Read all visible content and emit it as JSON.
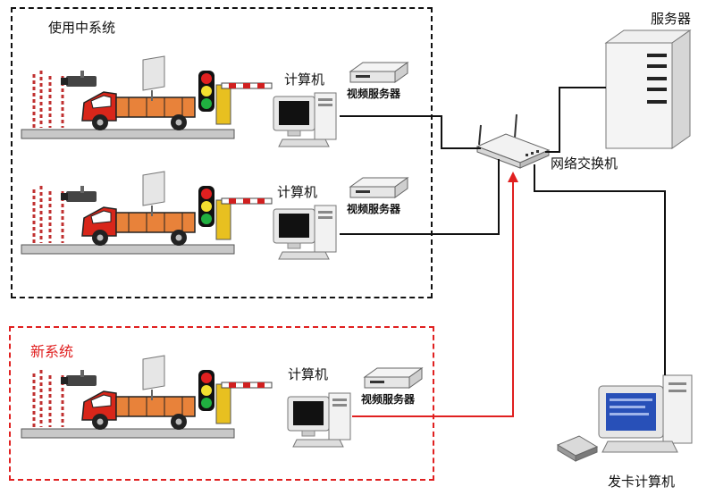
{
  "groups": {
    "in_use": {
      "title": "使用中系统",
      "border_color": "#111111"
    },
    "new": {
      "title": "新系统",
      "border_color": "#e02020"
    }
  },
  "labels": {
    "computer_1": "计算机",
    "computer_2": "计算机",
    "computer_3": "计算机",
    "video_server_1": "视频服务器",
    "video_server_2": "视频服务器",
    "video_server_3": "视频服务器",
    "server": "服务器",
    "switch": "网络交换机",
    "card_computer": "发卡计算机"
  },
  "colors": {
    "network_line": "#111111",
    "new_link": "#e02020",
    "truck_cab": "#d8261a",
    "truck_bed": "#e8823a",
    "barrier": "#e8c020"
  }
}
